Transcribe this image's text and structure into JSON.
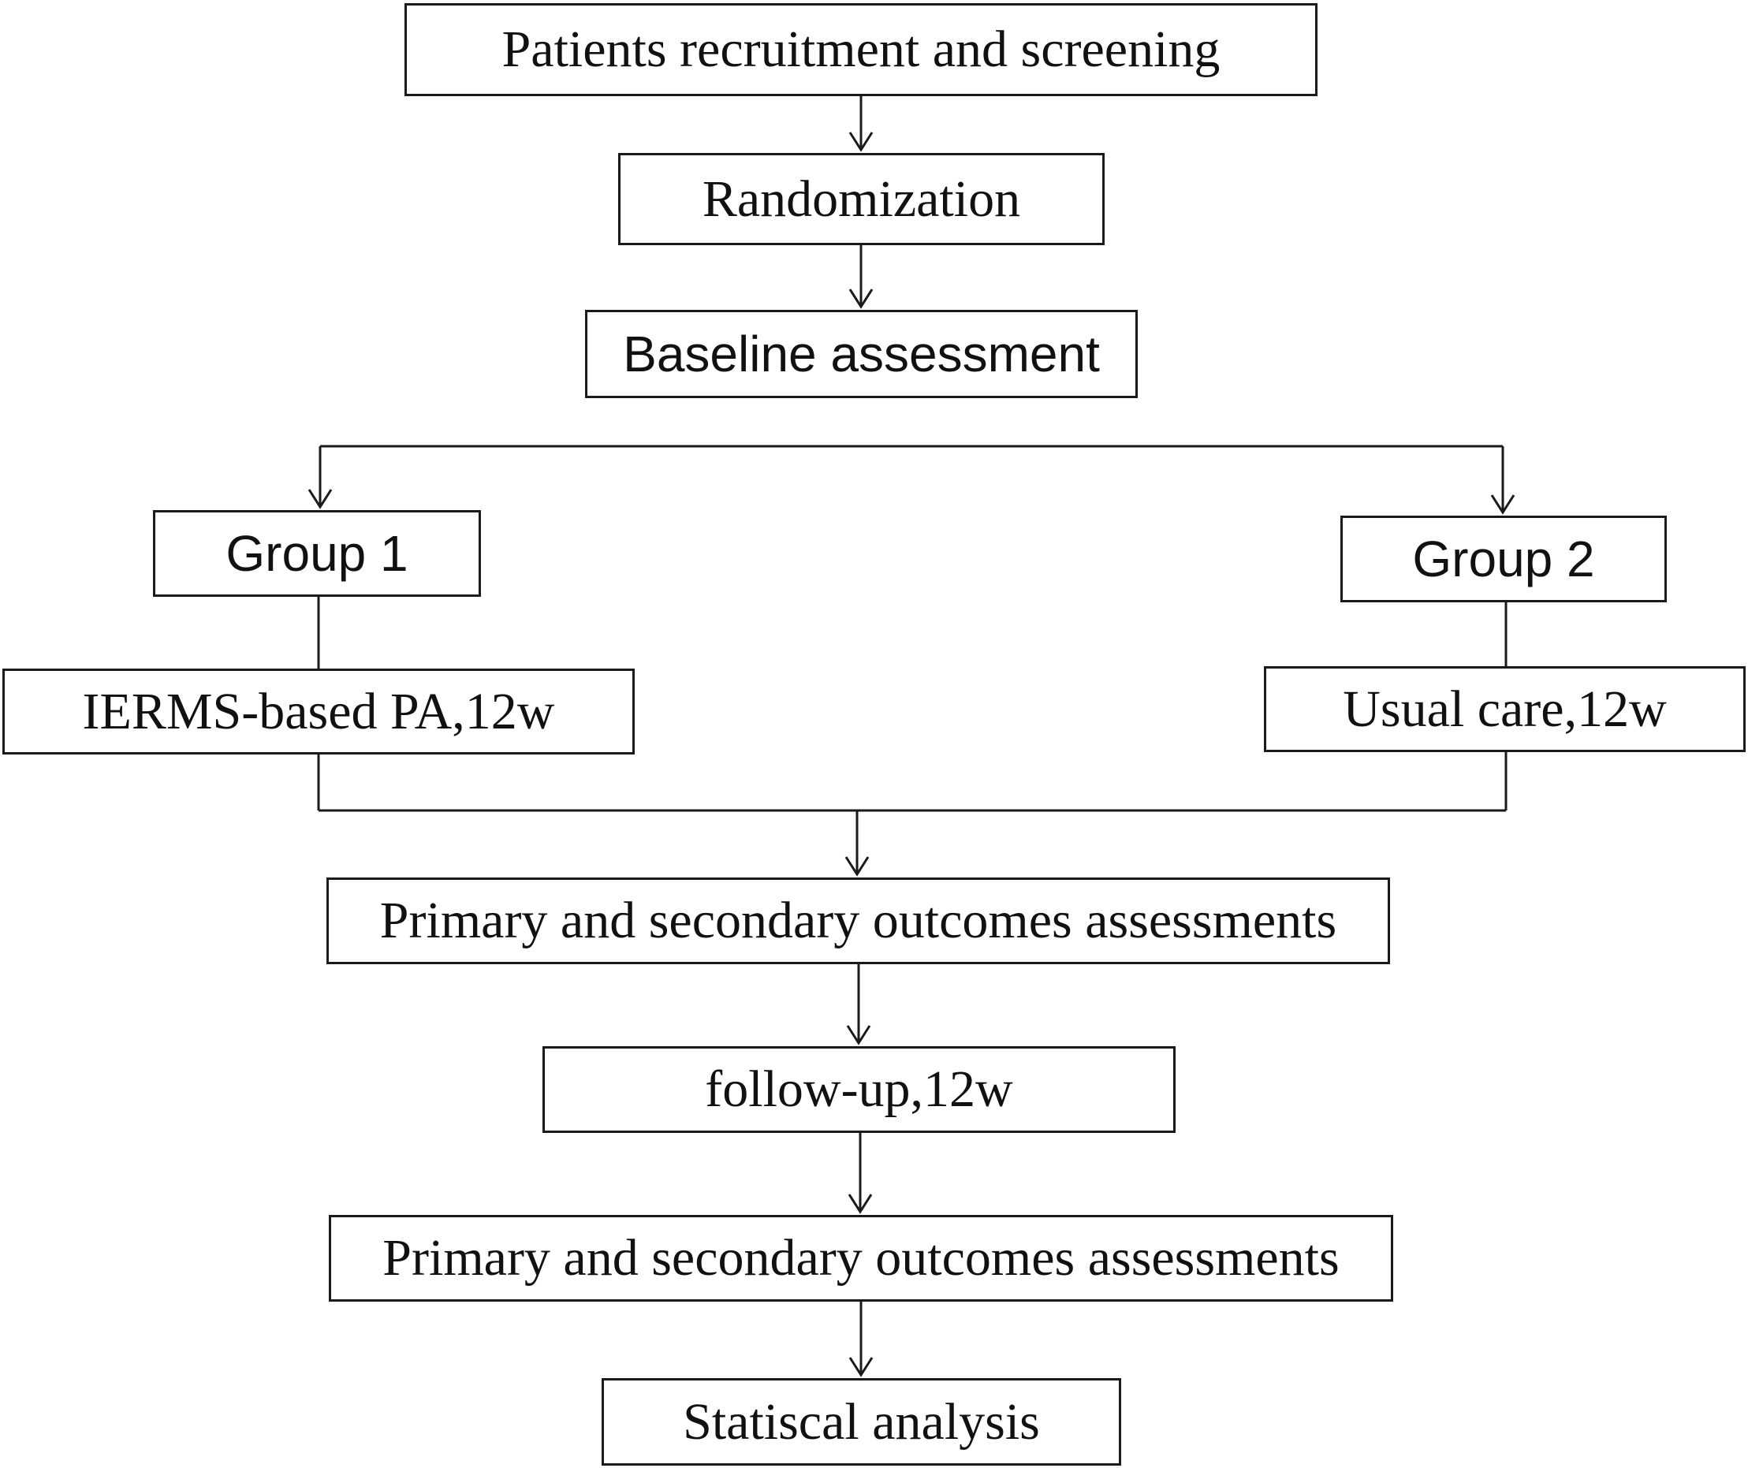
{
  "diagram": {
    "boxes": {
      "recruitment": "Patients recruitment and screening",
      "randomization": "Randomization",
      "baseline": "Baseline assessment",
      "group1": "Group 1",
      "group2": "Group 2",
      "group1_intervention": "IERMS-based PA,12w",
      "group2_intervention": "Usual care,12w",
      "outcomes_post": "Primary and secondary outcomes assessments",
      "followup": "follow-up,12w",
      "outcomes_followup": "Primary and secondary outcomes assessments",
      "analysis": "Statiscal analysis"
    },
    "line_color": "#1a1a1a"
  }
}
